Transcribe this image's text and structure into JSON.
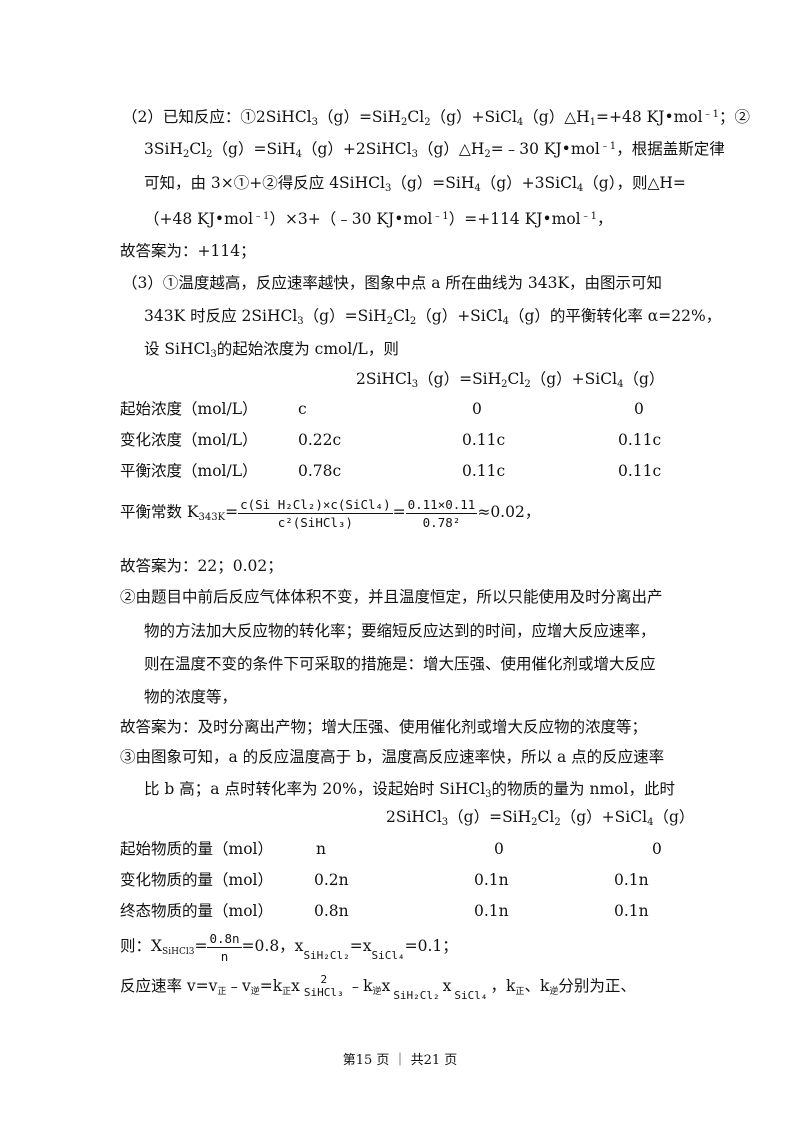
{
  "p2": {
    "l1a": "（2）已知反应：①2SiHCl",
    "l1b": "（g）=SiH",
    "l1c": "Cl",
    "l1d": "（g）+SiCl",
    "l1e": "（g）△H",
    "l1f": "=+48 KJ•mol",
    "l1g": "；②",
    "l2a": "3SiH",
    "l2b": "Cl",
    "l2c": "（g）=SiH",
    "l2d": "（g）+2SiHCl",
    "l2e": "（g）△H",
    "l2f": "=﹣30 KJ•mol",
    "l2g": "，根据盖斯定律",
    "l3a": "可知，由 3×①+②得反应 4SiHCl",
    "l3b": "（g）=SiH",
    "l3c": "（g）+3SiCl",
    "l3d": "（g），则△H=",
    "l4a": "（+48 KJ•mol",
    "l4b": "）×3+（﹣30 KJ•mol",
    "l4c": "）=+114 KJ•mol",
    "l4d": "，",
    "answer": "故答案为：+114；"
  },
  "p3": {
    "l1": "（3）①温度越高，反应速率越快，图象中点 a 所在曲线为 343K，由图示可知",
    "l2a": "343K 时反应 2SiHCl",
    "l2b": "（g）=SiH",
    "l2c": "Cl",
    "l2d": "（g）+SiCl",
    "l2e": "（g）的平衡转化率 α=22%，",
    "l3a": "设 SiHCl",
    "l3b": "的起始浓度为 cmol/L，则",
    "eq_a": "2SiHCl",
    "eq_b": "（g）=SiH",
    "eq_c": "Cl",
    "eq_d": "（g）+SiCl",
    "eq_e": "（g）",
    "table": [
      {
        "label": "起始浓度（mol/L）",
        "a": "c",
        "b": "0",
        "c": "0"
      },
      {
        "label": "变化浓度（mol/L）",
        "a": "0.22c",
        "b": "0.11c",
        "c": "0.11c"
      },
      {
        "label": "平衡浓度（mol/L）",
        "a": "0.78c",
        "b": "0.11c",
        "c": "0.11c"
      }
    ],
    "k_label": "平衡常数 K",
    "k_sub": "343K",
    "k_eq": "=",
    "k_num": "c(Si H₂Cl₂)×c(SiCl₄)",
    "k_den": "c²(SiHCl₃)",
    "k_eq2": "=",
    "k_num2": "0.11×0.11",
    "k_den2": "0.78²",
    "k_result": "≈0.02，",
    "answer": "故答案为：22；0.02；"
  },
  "p4": {
    "l1": "②由题目中前后反应气体体积不变，并且温度恒定，所以只能使用及时分离出产",
    "l2": "物的方法加大反应物的转化率；要缩短反应达到的时间，应增大反应速率，",
    "l3": "则在温度不变的条件下可采取的措施是：增大压强、使用催化剂或增大反应",
    "l4": "物的浓度等，",
    "answer": "故答案为：及时分离出产物；增大压强、使用催化剂或增大反应物的浓度等；"
  },
  "p5": {
    "l1": "③由图象可知，a 的反应温度高于 b，温度高反应速率快，所以 a 点的反应速率",
    "l2a": "比 b 高；a 点时转化率为 20%，设起始时 SiHCl",
    "l2b": "的物质的量为 nmol，此时",
    "eq_a": "2SiHCl",
    "eq_b": "（g）=SiH",
    "eq_c": "Cl",
    "eq_d": "（g）+SiCl",
    "eq_e": "（g）",
    "table": [
      {
        "label": "起始物质的量（mol）",
        "a": "n",
        "b": "0",
        "c": "0"
      },
      {
        "label": "变化物质的量（mol）",
        "a": "0.2n",
        "b": "0.1n",
        "c": "0.1n"
      },
      {
        "label": "终态物质的量（mol）",
        "a": "0.8n",
        "b": "0.1n",
        "c": "0.1n"
      }
    ],
    "x_label": "则：X",
    "x_sub": "SiHCl3",
    "x_eq": "=",
    "x_num": "0.8n",
    "x_den": "n",
    "x_rest1": "=0.8，x",
    "x_sub2": "SiH₂Cl₂",
    "x_rest2": "=x",
    "x_sub3": "SiCl₄",
    "x_rest3": "=0.1；",
    "v_a": "反应速率 v=v",
    "v_zheng": "正",
    "v_b": "﹣v",
    "v_ni": "逆",
    "v_c": "=k",
    "v_zheng2": "正",
    "v_d": "x",
    "v_sup1": "2",
    "v_sub1": "SiHCl₃",
    "v_e": "﹣k",
    "v_ni2": "逆",
    "v_f": "x",
    "v_sub2": "SiH₂Cl₂",
    "v_g": "x",
    "v_sub3": "SiCl₄",
    "v_h": "，k",
    "v_zheng3": "正",
    "v_i": "、k",
    "v_ni3": "逆",
    "v_j": "分别为正、"
  },
  "sub": {
    "two": "2",
    "three": "3",
    "four": "4",
    "one": "1",
    "minus1": "﹣1"
  },
  "footer": "第15 页 ｜ 共21 页"
}
